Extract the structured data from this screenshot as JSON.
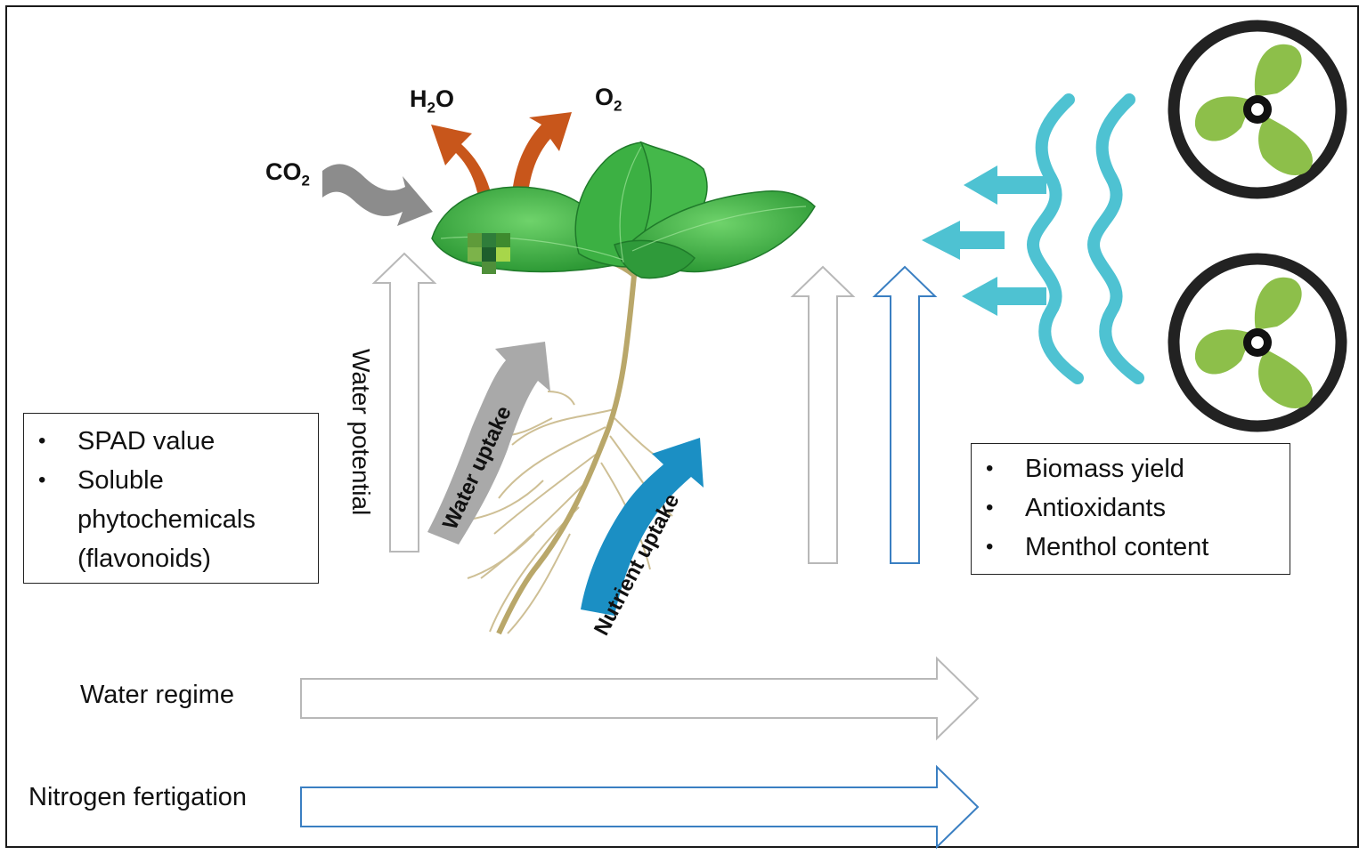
{
  "gases": {
    "co2": {
      "main": "CO",
      "sub": "2"
    },
    "h2o": {
      "pre": "H",
      "sub": "2",
      "post": "O"
    },
    "o2": {
      "main": "O",
      "sub": "2"
    }
  },
  "labels": {
    "water_potential": "Water potential",
    "water_uptake": "Water uptake",
    "nutrient_uptake": "Nutrient uptake",
    "water_regime": "Water regime",
    "nitrogen_fertigation": "Nitrogen fertigation"
  },
  "left_box": {
    "items": [
      "SPAD value",
      "Soluble phytochemicals (flavonoids)"
    ]
  },
  "right_box": {
    "items": [
      "Biomass yield",
      "Antioxidants",
      "Menthol content"
    ]
  },
  "colors": {
    "leaf": "#3cb043",
    "stem": "#b9a76a",
    "orange_arrow": "#c8561b",
    "gray_arrow": "#8a8a8a",
    "nutrient_arrow": "#1b8fc4",
    "wind": "#4ec2d2",
    "fan_blade": "#8dbf4a",
    "fan_ring": "#222222",
    "nitrogen_outline": "#3a7fc2",
    "water_outline": "#b8b8b8"
  },
  "icons": [
    "fan-icon",
    "fan-icon",
    "wind-icon",
    "plant-icon"
  ]
}
